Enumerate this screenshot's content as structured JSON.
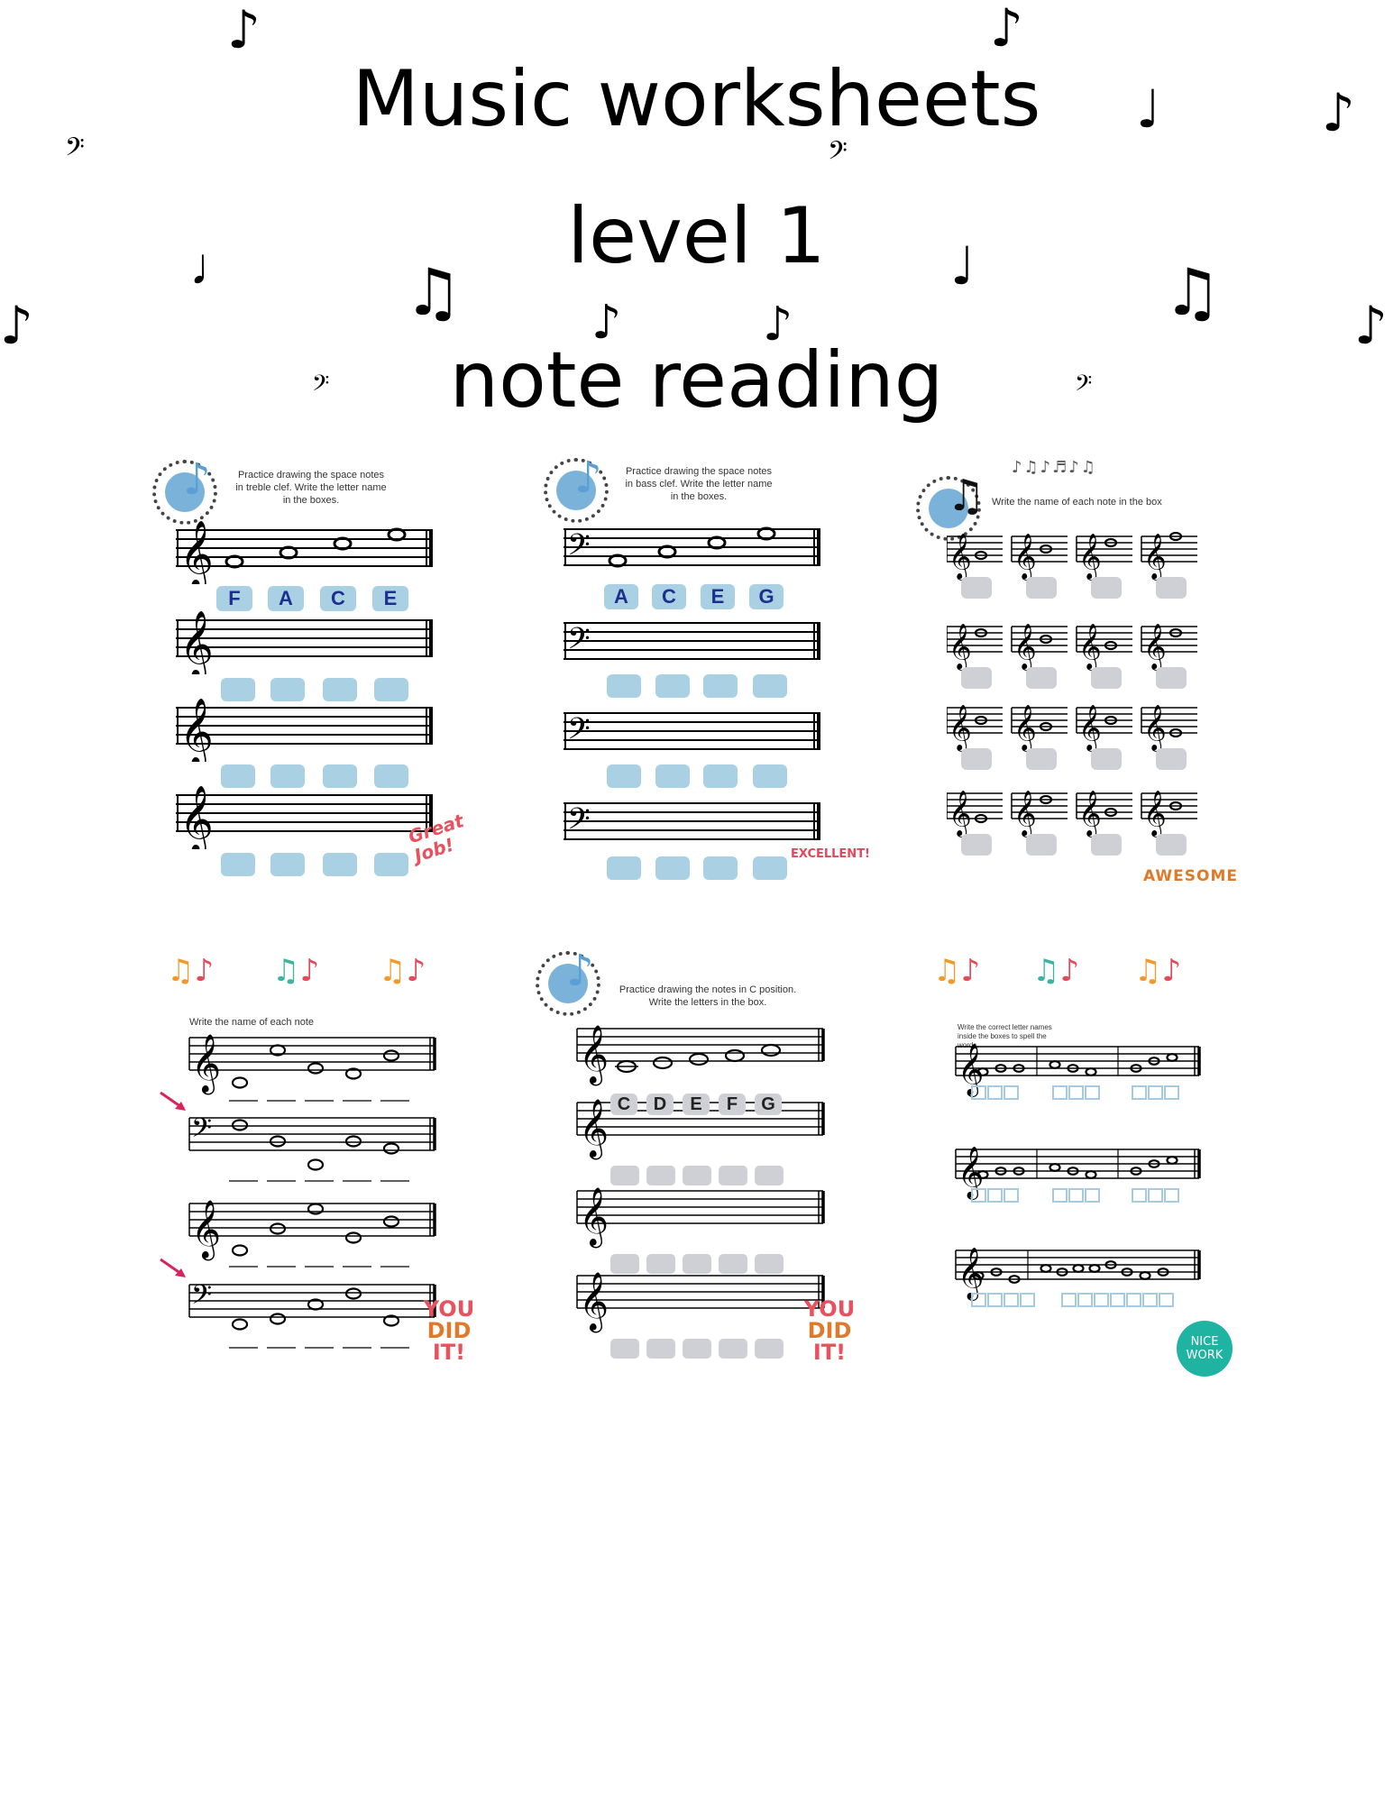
{
  "title": {
    "line1": "Music worksheets",
    "line2": "level 1",
    "line3": "note reading"
  },
  "icons": {
    "eighth": "eighth-note-icon",
    "beamed": "beamed-notes-icon",
    "half": "half-note-icon",
    "quarter": "quarter-note-icon",
    "bass_clef": "bass-clef-icon",
    "sixteenth": "sixteenth-note-icon"
  },
  "glyphs": {
    "eighth": "♪",
    "quarter": "♩",
    "beamed": "♫",
    "sixteenth": "♬",
    "half": "𝅗𝅥",
    "bass": "𝄢",
    "treble": "𝄞"
  },
  "colors": {
    "blue_box": "#a9d1e3",
    "grey_box": "#cfd0d6",
    "letter_blue": "#1d2f8f",
    "arrow_red": "#d9245a"
  },
  "worksheet1": {
    "instructions": [
      "Practice drawing the space notes",
      "in treble clef.  Write the  letter name",
      "in the boxes."
    ],
    "letters": [
      "F",
      "A",
      "C",
      "E"
    ],
    "sticker": "Great Job!"
  },
  "worksheet2": {
    "instructions": [
      "Practice drawing the space  notes",
      "in bass clef.  Write the  letter name",
      "in the boxes."
    ],
    "letters": [
      "A",
      "C",
      "E",
      "G"
    ],
    "sticker": "EXCELLENT!"
  },
  "worksheet3": {
    "instructions": "Write the name of each note in the box",
    "sticker": "AWESOME"
  },
  "worksheet4": {
    "instructions": "Write the name of each note",
    "sticker_lines": [
      "YOU",
      "DID",
      "IT!"
    ]
  },
  "worksheet5": {
    "instructions": [
      "Practice drawing the notes in C position.",
      "Write the letters in the box."
    ],
    "letters": [
      "C",
      "D",
      "E",
      "F",
      "G"
    ],
    "sticker_lines": [
      "YOU",
      "DID",
      "IT!"
    ]
  },
  "worksheet6": {
    "instructions": [
      "Write the correct letter names",
      "inside the boxes to spell the",
      "words."
    ],
    "sticker_lines": [
      "NICE",
      "WORK"
    ]
  }
}
